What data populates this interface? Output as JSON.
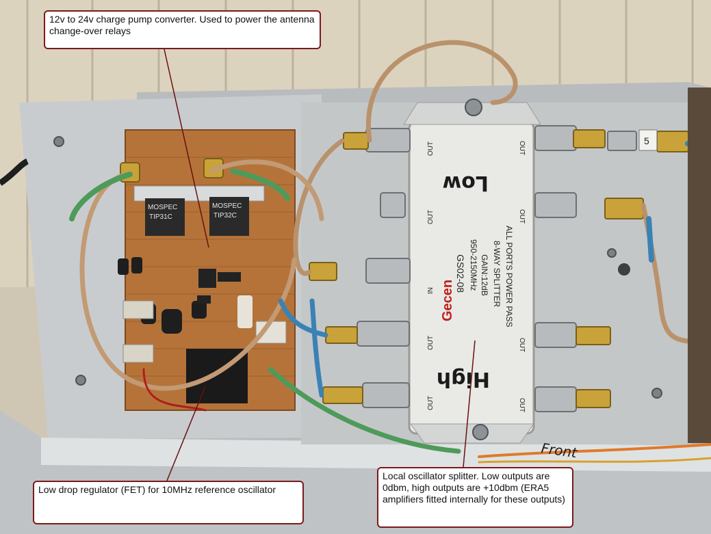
{
  "callouts": {
    "charge_pump": "12v to 24v charge pump converter.  Used to power the antenna change-over relays",
    "regulator": "Low drop regulator (FET) for 10MHz reference oscillator",
    "splitter": "Local oscillator splitter.  Low outputs are 0dbm, high outputs are +10dbm (ERA5 amplifiers fitted internally for these outputs)"
  },
  "splitter": {
    "brand": "Gecen",
    "model": "GS02-08",
    "freq": "950-2150MHz",
    "gain": "GAIN:12dB",
    "type": "8-WAY SPLITTER",
    "note": "ALL PORTS POWER PASS",
    "port_in": "IN",
    "port_out": "OUT",
    "handwritten_low": "Low",
    "handwritten_high": "High"
  },
  "transistors": {
    "left": {
      "maker": "MOSPEC",
      "part": "TIP31C"
    },
    "right": {
      "maker": "MOSPEC",
      "part": "TIP32C"
    }
  },
  "cable_label": "5",
  "handwritten_front": "Front",
  "colors": {
    "callout_border": "#7a1a1a",
    "leader_line": "#6a0f0f",
    "board": "#b5733a",
    "aluminium": "#c9ccce",
    "splitter_body": "#e9e9e6",
    "wall": "#dcd3bf"
  }
}
